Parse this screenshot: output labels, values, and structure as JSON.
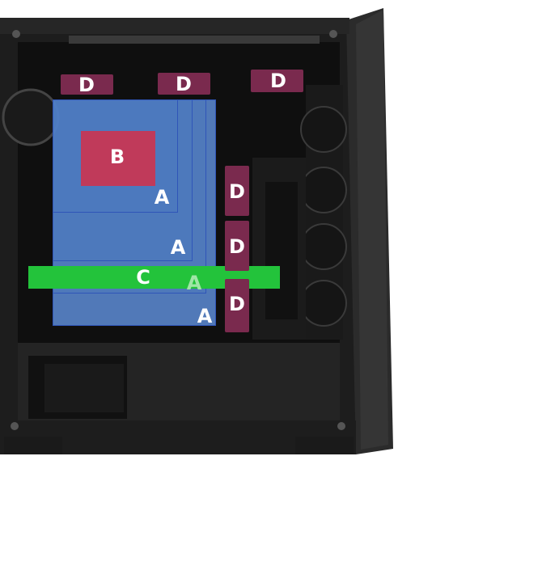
{
  "labels": {
    "a": "A",
    "b": "B",
    "c": "C",
    "d": "D"
  },
  "colors": {
    "zone_a": "#5b8cd6",
    "zone_b": "#c03a5a",
    "zone_c": "#23c33b",
    "zone_d": "#7a2a4e",
    "case": "#1e1e1e"
  }
}
